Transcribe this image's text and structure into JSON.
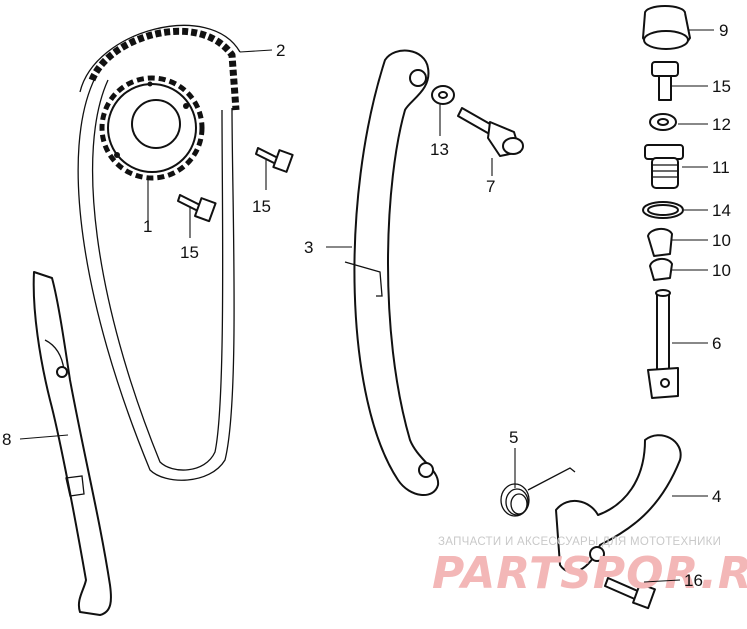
{
  "diagram": {
    "callouts": [
      {
        "id": "c1",
        "text": "1"
      },
      {
        "id": "c2",
        "text": "2"
      },
      {
        "id": "c3",
        "text": "3"
      },
      {
        "id": "c4",
        "text": "4"
      },
      {
        "id": "c5",
        "text": "5"
      },
      {
        "id": "c6",
        "text": "6"
      },
      {
        "id": "c7",
        "text": "7"
      },
      {
        "id": "c8",
        "text": "8"
      },
      {
        "id": "c9",
        "text": "9"
      },
      {
        "id": "c10a",
        "text": "10"
      },
      {
        "id": "c10b",
        "text": "10"
      },
      {
        "id": "c11",
        "text": "11"
      },
      {
        "id": "c12",
        "text": "12"
      },
      {
        "id": "c13",
        "text": "13"
      },
      {
        "id": "c14",
        "text": "14"
      },
      {
        "id": "c15a",
        "text": "15"
      },
      {
        "id": "c15b",
        "text": "15"
      },
      {
        "id": "c15c",
        "text": "15"
      },
      {
        "id": "c16",
        "text": "16"
      }
    ]
  },
  "watermark": {
    "tagline": "ЗАПЧАСТИ И АКСЕССУАРЫ ДЛЯ МОТОТЕХНИКИ",
    "logo_text": "PARTSPOR.RU",
    "color": "#f3b7b7"
  }
}
